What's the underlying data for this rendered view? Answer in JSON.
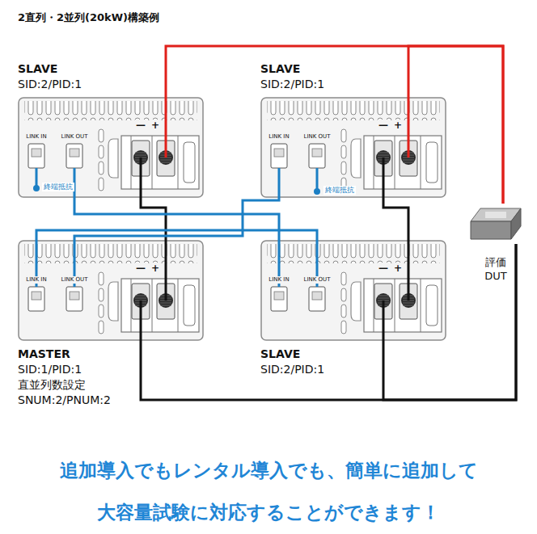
{
  "diagram": {
    "title": "2直列・2並列(20kW)構築例",
    "caption": "追加導入でもレンタル導入でも、簡単に追加して 大容量試験に対応することができます！",
    "nodes": [
      {
        "text": [
          "SLAVE",
          "SID:2/PID:1",
          "LINK IN",
          "LINK OUT",
          "—",
          "+"
        ]
      },
      {
        "text": [
          "SLAVE",
          "SID:2/PID:1",
          "LINK IN",
          "LINK OUT",
          "—",
          "+"
        ]
      },
      {
        "text": [
          "MASTER",
          "SID:1/PID:1",
          "直並列数設定",
          "SNUM:2/PNUM:2",
          "LINK IN",
          "LINK OUT",
          "—",
          "+"
        ]
      },
      {
        "text": [
          "SLAVE",
          "SID:2/PID:1",
          "LINK IN",
          "LINK OUT",
          "—",
          "+"
        ]
      },
      {
        "text": [
          "評価 DUT"
        ]
      }
    ],
    "edges": [
      {
        "from": 0,
        "to": 4,
        "arrow": "none"
      },
      {
        "from": 1,
        "to": 4,
        "arrow": "none"
      },
      {
        "from": 0,
        "to": 2,
        "arrow": "none"
      },
      {
        "from": 1,
        "to": 3,
        "arrow": "none"
      },
      {
        "from": 2,
        "to": 4,
        "arrow": "none"
      },
      {
        "from": 3,
        "to": 4,
        "arrow": "none"
      },
      {
        "from": 0,
        "to": 3,
        "arrow": "none"
      },
      {
        "from": 3,
        "to": 2,
        "arrow": "none"
      },
      {
        "from": 2,
        "to": 1,
        "arrow": "none"
      }
    ],
    "labels": [
      "終端抵抗",
      "終端抵抗"
    ]
  }
}
